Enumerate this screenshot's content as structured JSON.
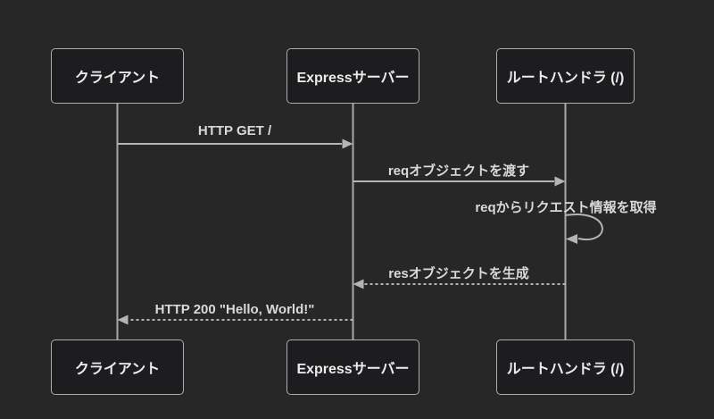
{
  "diagram": {
    "type": "sequence-diagram",
    "actors": [
      {
        "id": "client",
        "name": "クライアント"
      },
      {
        "id": "express",
        "name": "Expressサーバー"
      },
      {
        "id": "route",
        "name": "ルートハンドラ (/)"
      }
    ],
    "messages": [
      {
        "label": "HTTP GET /",
        "from": "クライアント",
        "to": "Expressサーバー",
        "line": "solid",
        "direction": "right"
      },
      {
        "label": "reqオブジェクトを渡す",
        "from": "Expressサーバー",
        "to": "ルートハンドラ (/)",
        "line": "solid",
        "direction": "right"
      },
      {
        "label": "reqからリクエスト情報を取得",
        "from": "ルートハンドラ (/)",
        "to": "ルートハンドラ (/)",
        "line": "solid",
        "direction": "self"
      },
      {
        "label": "resオブジェクトを生成",
        "from": "ルートハンドラ (/)",
        "to": "Expressサーバー",
        "line": "dashed",
        "direction": "left"
      },
      {
        "label": "HTTP 200 \"Hello, World!\"",
        "from": "Expressサーバー",
        "to": "クライアント",
        "line": "dashed",
        "direction": "left"
      }
    ],
    "colors": {
      "background": "#272727",
      "actor_fill": "#1d1d1f",
      "actor_border": "#adadad",
      "lifeline": "#a8a8a8",
      "signal_line": "#b5b5b5",
      "label_text": "#d9d9d9",
      "actor_text": "#ececec"
    }
  }
}
